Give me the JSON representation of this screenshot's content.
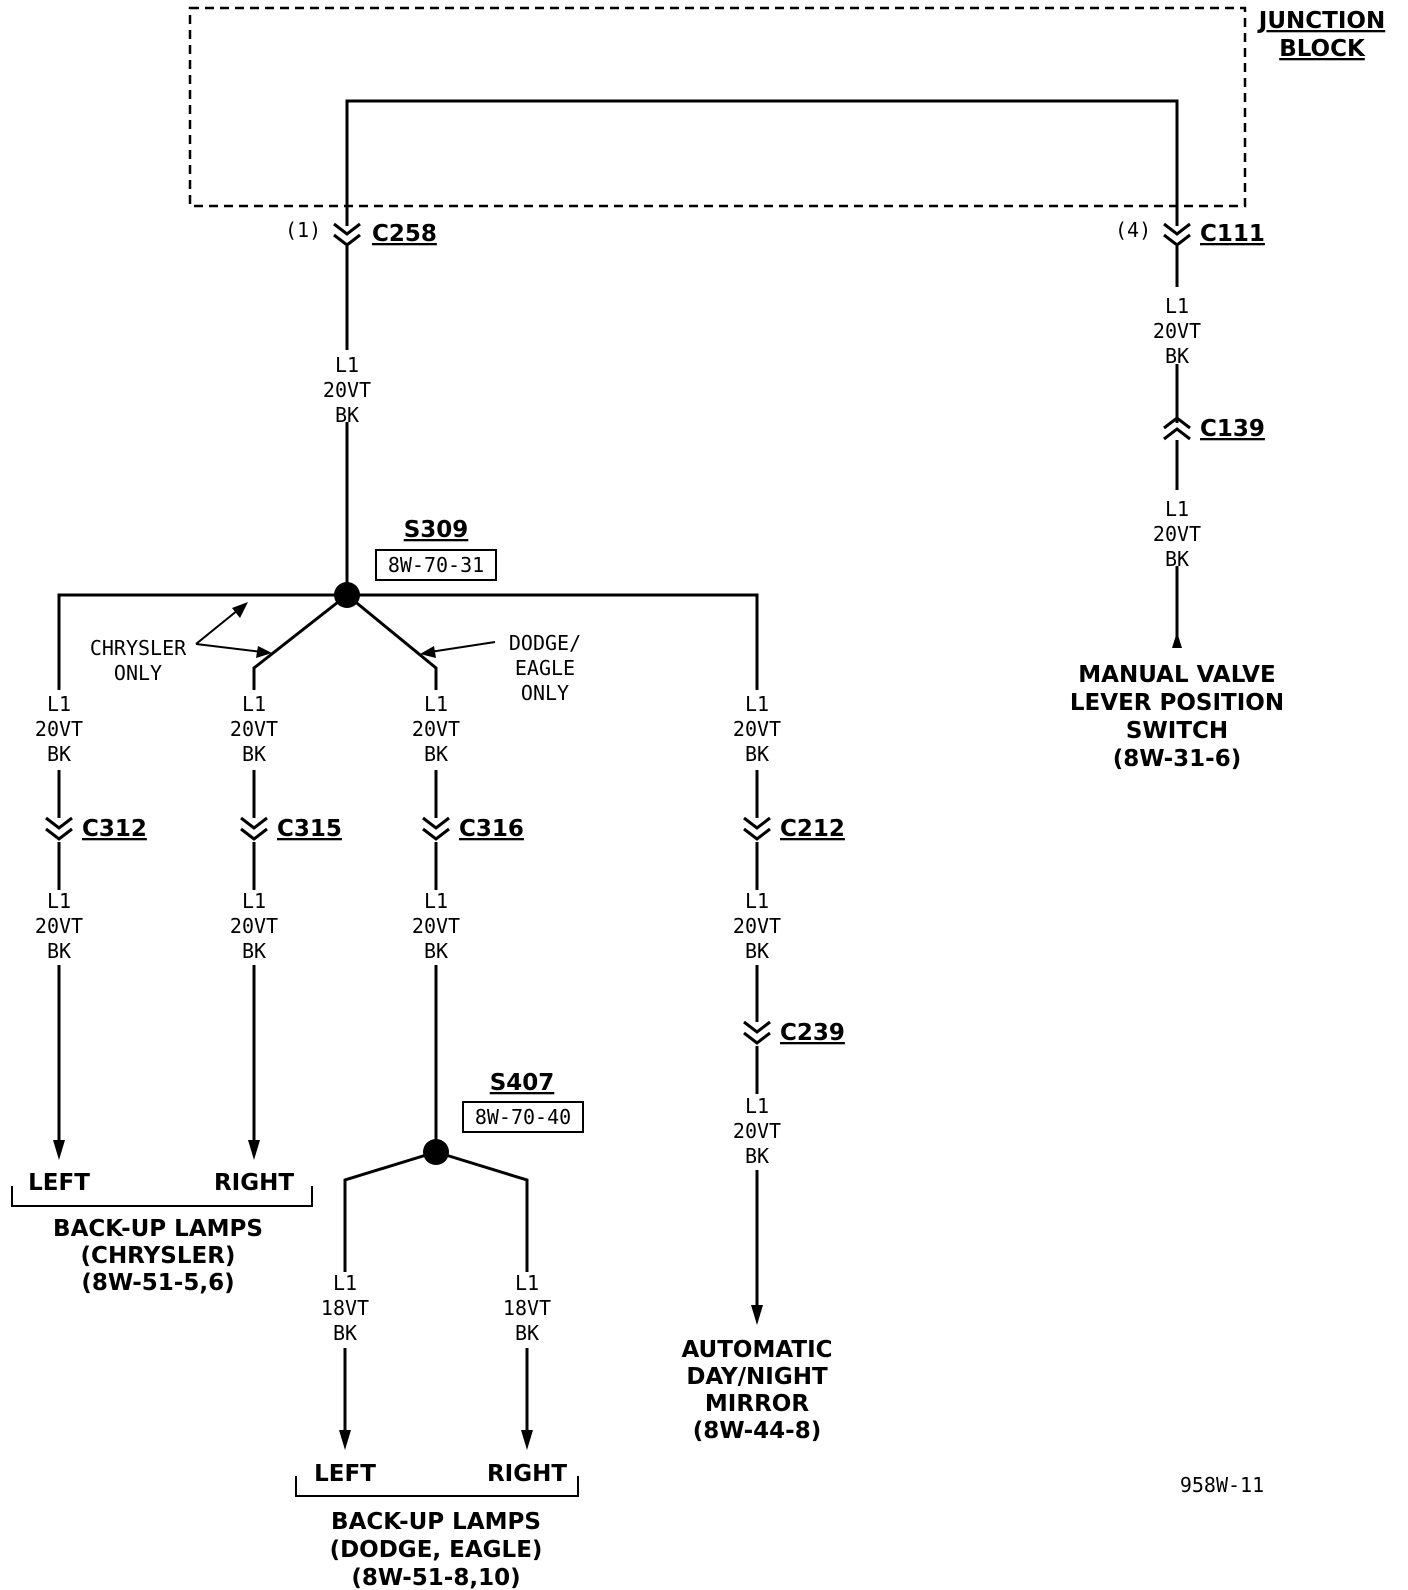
{
  "junction_block": {
    "line1": "JUNCTION",
    "line2": "BLOCK"
  },
  "connectors": {
    "c258": {
      "pin": "(1)",
      "id": "C258"
    },
    "c111": {
      "pin": "(4)",
      "id": "C111"
    },
    "c139": "C139",
    "c312": "C312",
    "c315": "C315",
    "c316": "C316",
    "c212": "C212",
    "c239": "C239"
  },
  "splices": {
    "s309": {
      "id": "S309",
      "ref": "8W-70-31"
    },
    "s407": {
      "id": "S407",
      "ref": "8W-70-40"
    }
  },
  "wire": {
    "circuit": "L1",
    "gauge20": "20VT",
    "gauge18": "18VT",
    "color": "BK"
  },
  "notes": {
    "chrysler": [
      "CHRYSLER",
      "ONLY"
    ],
    "dodge": [
      "DODGE/",
      "EAGLE",
      "ONLY"
    ]
  },
  "components": {
    "manual_valve": [
      "MANUAL VALVE",
      "LEVER POSITION",
      "SWITCH",
      "(8W-31-6)"
    ],
    "backup_chrysler": {
      "left": "LEFT",
      "right": "RIGHT",
      "lines": [
        "BACK-UP LAMPS",
        "(CHRYSLER)",
        "(8W-51-5,6)"
      ]
    },
    "backup_dodge": {
      "left": "LEFT",
      "right": "RIGHT",
      "lines": [
        "BACK-UP LAMPS",
        "(DODGE, EAGLE)",
        "(8W-51-8,10)"
      ]
    },
    "mirror": [
      "AUTOMATIC",
      "DAY/NIGHT",
      "MIRROR",
      "(8W-44-8)"
    ]
  },
  "figure_id": "958W-11"
}
